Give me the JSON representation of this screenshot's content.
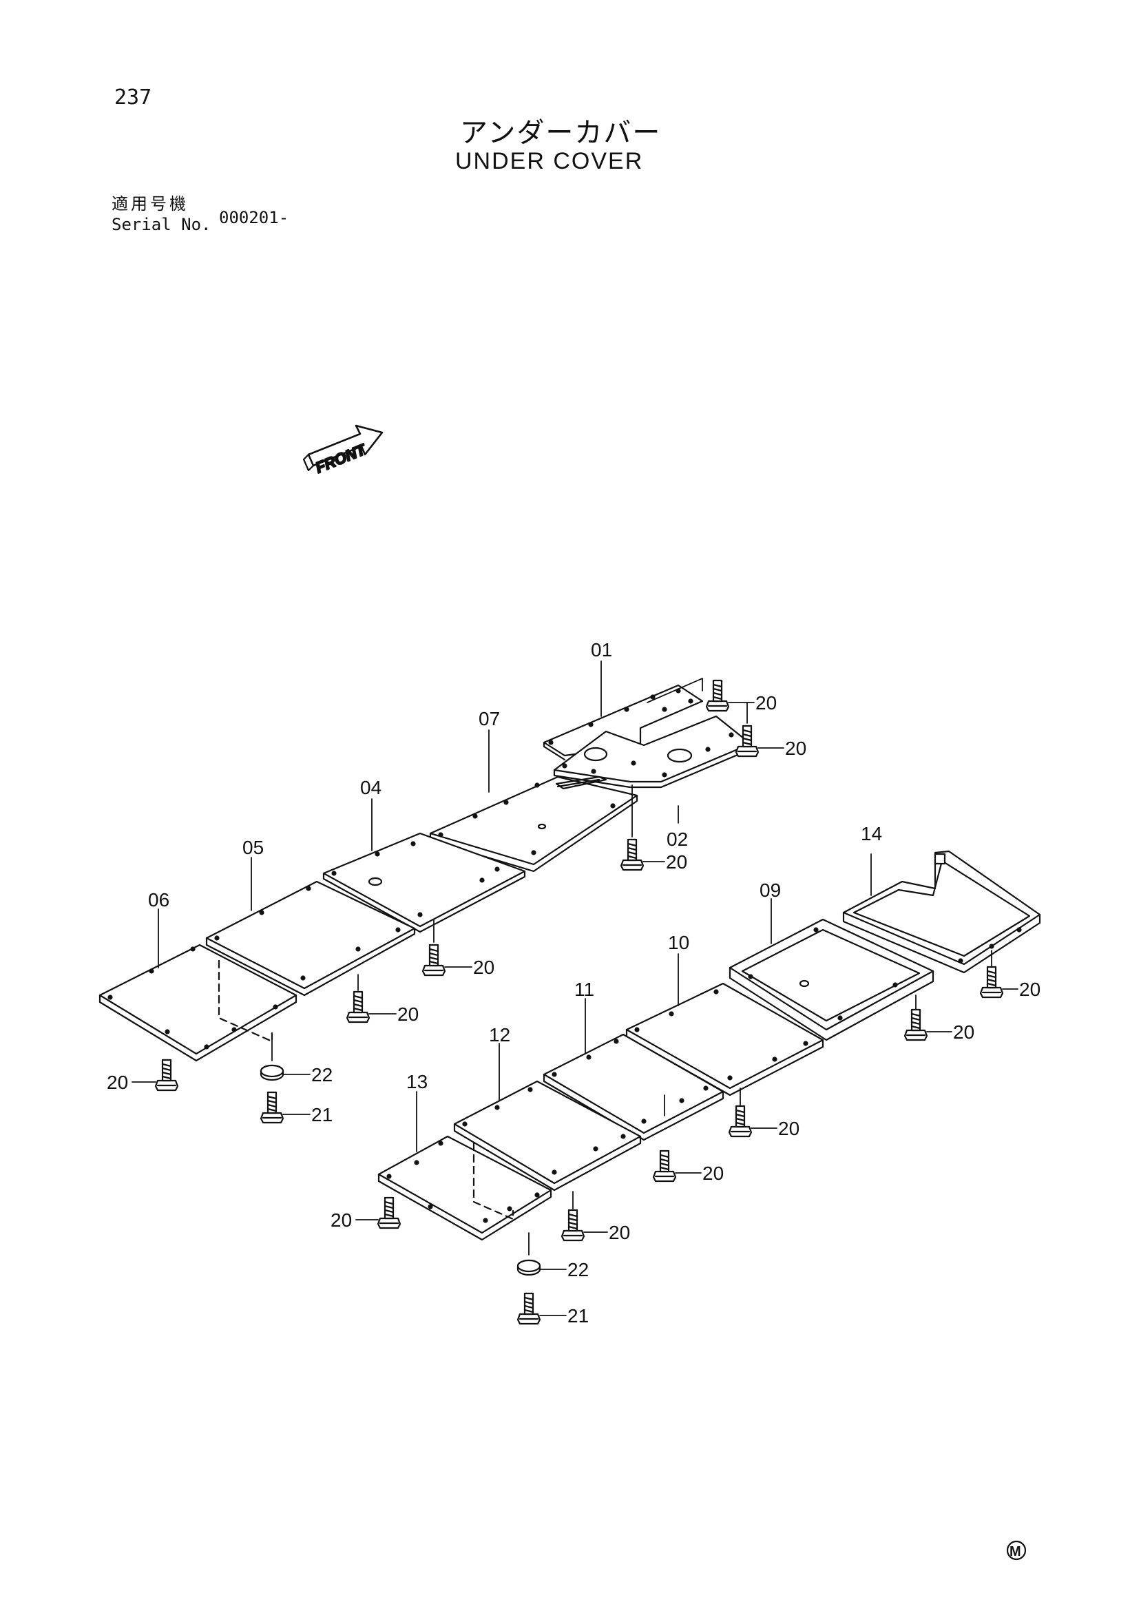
{
  "page_number": "237",
  "title_jp": "アンダーカバー",
  "title_en": "UNDER COVER",
  "serial_label_jp": "適用号機",
  "serial_label_en": "Serial No.",
  "serial_value": "000201-",
  "front_label": "FRONT",
  "footer_mark": "M",
  "callouts": {
    "c01": "01",
    "c02": "02",
    "c04": "04",
    "c05": "05",
    "c06": "06",
    "c07": "07",
    "c09": "09",
    "c10": "10",
    "c11": "11",
    "c12": "12",
    "c13": "13",
    "c14": "14",
    "c20": "20",
    "c21": "21",
    "c22": "22"
  }
}
